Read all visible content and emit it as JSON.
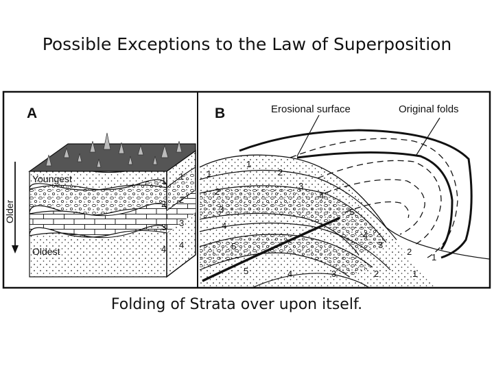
{
  "slide": {
    "title": "Possible Exceptions to the Law of Superposition",
    "caption": "Folding of Strata over upon itself."
  },
  "figure": {
    "panel_a": {
      "letter": "A",
      "axis_label": "Older",
      "top_label": "Youngest",
      "bottom_label": "Oldest",
      "layer_numbers_front": [
        "1",
        "2",
        "3",
        "4"
      ],
      "layer_numbers_side": [
        "1",
        "2",
        "3",
        "4"
      ]
    },
    "panel_b": {
      "letter": "B",
      "callout_erosional": "Erosional surface",
      "callout_folds": "Original folds",
      "upper_limb_numbers": [
        "1",
        "2",
        "3",
        "4",
        "5"
      ],
      "lower_limb_numbers": [
        "5",
        "4",
        "3",
        "2",
        "1"
      ],
      "left_edge_numbers": [
        "1",
        "2",
        "3",
        "4",
        "5"
      ],
      "right_edge_numbers": [
        "4",
        "3",
        "2",
        "1"
      ]
    },
    "colors": {
      "ink": "#111111",
      "grass": "#555555",
      "spike": "#bbbbbb",
      "paper": "#ffffff"
    }
  }
}
